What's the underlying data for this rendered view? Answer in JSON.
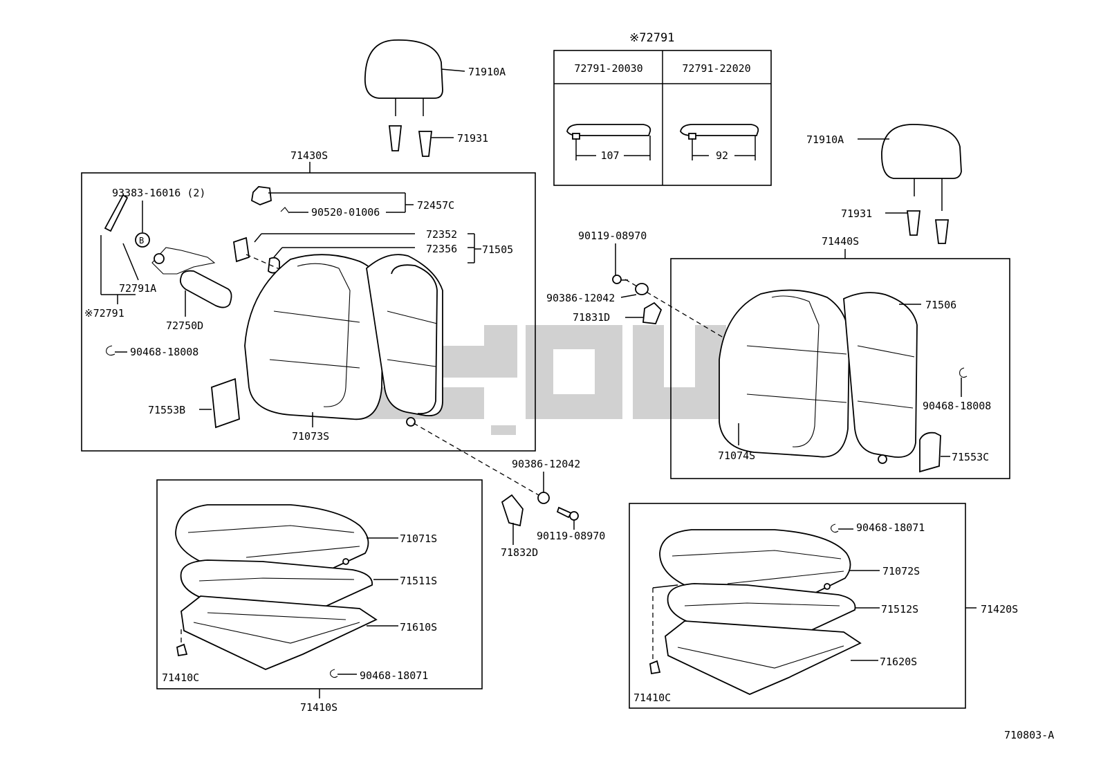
{
  "labels": {
    "headrest_left": "71910A",
    "headrest_right": "71910A",
    "support_left": "71931",
    "support_right": "71931",
    "back_left_assy": "71430S",
    "back_right_assy": "71440S",
    "bolt_b": "93383-16016 (2)",
    "part_72457c": "72457C",
    "screw_90520": "90520-01006",
    "part_72352": "72352",
    "part_72356": "72356",
    "part_71505": "71505",
    "part_72791a": "72791A",
    "note_72791": "※72791",
    "part_72750d": "72750D",
    "clip_left_back": "90468-18008",
    "part_71553b": "71553B",
    "cover_71073s": "71073S",
    "bolt_upper": "90119-08970",
    "bush_upper": "90386-12042",
    "part_71831d": "71831D",
    "part_71506": "71506",
    "clip_right_back": "90468-18008",
    "cover_71074s": "71074S",
    "part_71553c": "71553C",
    "bush_lower": "90386-12042",
    "bolt_lower": "90119-08970",
    "part_71832d": "71832D",
    "cushion_71071s": "71071S",
    "pad_71511s": "71511S",
    "frame_71610s": "71610S",
    "clip_71410c_left": "71410C",
    "clip_lower_left": "90468-18071",
    "cushion_left_assy": "71410S",
    "clip_lower_right": "90468-18071",
    "cushion_71072s": "71072S",
    "pad_71512s": "71512S",
    "cushion_right_assy": "71420S",
    "frame_71620s": "71620S",
    "clip_71410c_right": "71410C",
    "diagram_id": "710803-A",
    "b_mark": "B"
  },
  "armrest_table": {
    "title": "※72791",
    "columns": [
      "72791-20030",
      "72791-22020"
    ],
    "lengths": [
      "107",
      "92"
    ]
  }
}
